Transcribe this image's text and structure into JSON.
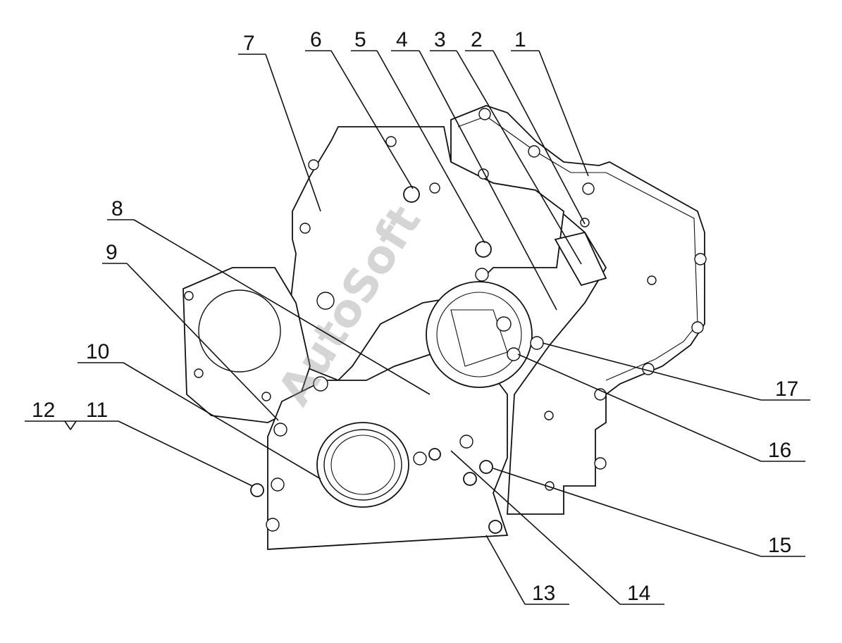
{
  "watermark": "AutoSoft",
  "callouts": [
    {
      "id": "1",
      "label": "1"
    },
    {
      "id": "2",
      "label": "2"
    },
    {
      "id": "3",
      "label": "3"
    },
    {
      "id": "4",
      "label": "4"
    },
    {
      "id": "5",
      "label": "5"
    },
    {
      "id": "6",
      "label": "6"
    },
    {
      "id": "7",
      "label": "7"
    },
    {
      "id": "8",
      "label": "8"
    },
    {
      "id": "9",
      "label": "9"
    },
    {
      "id": "10",
      "label": "10"
    },
    {
      "id": "11",
      "label": "11"
    },
    {
      "id": "12",
      "label": "12"
    },
    {
      "id": "13",
      "label": "13"
    },
    {
      "id": "14",
      "label": "14"
    },
    {
      "id": "15",
      "label": "15"
    },
    {
      "id": "16",
      "label": "16"
    },
    {
      "id": "17",
      "label": "17"
    }
  ]
}
